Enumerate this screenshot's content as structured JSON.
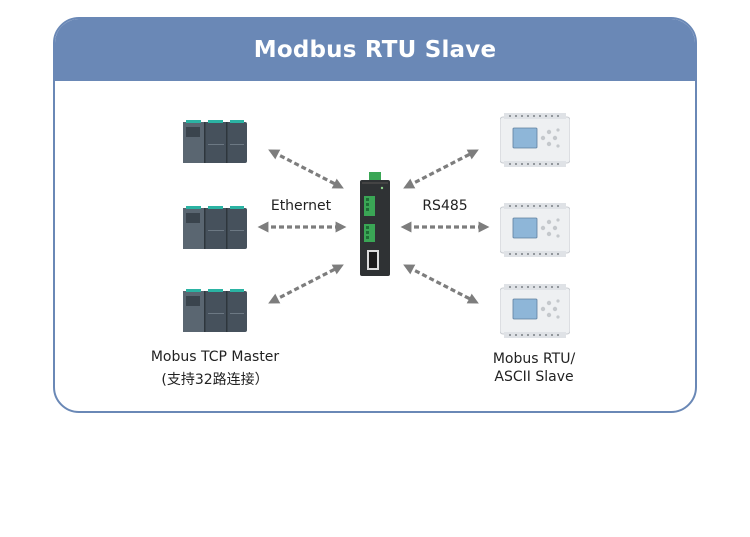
{
  "title": "Modbus RTU Slave",
  "labels": {
    "ethernet": "Ethernet",
    "rs485": "RS485",
    "master_line1": "Mobus TCP Master",
    "master_line2": "(支持32路连接）",
    "slave_line1": "Mobus RTU/",
    "slave_line2": "ASCII Slave"
  },
  "colors": {
    "header": "#6a88b6",
    "border": "#6a88b6",
    "arrow": "#7d7d7d",
    "plc_body": "#4a5560",
    "gateway_body": "#2f3234",
    "terminal": "#3aa655",
    "slave_body": "#eef0f2",
    "lcd": "#8eb6d8"
  },
  "icons": {
    "master_device": "plc-master-icon",
    "gateway": "gateway-icon",
    "slave_device": "plc-slave-icon"
  }
}
